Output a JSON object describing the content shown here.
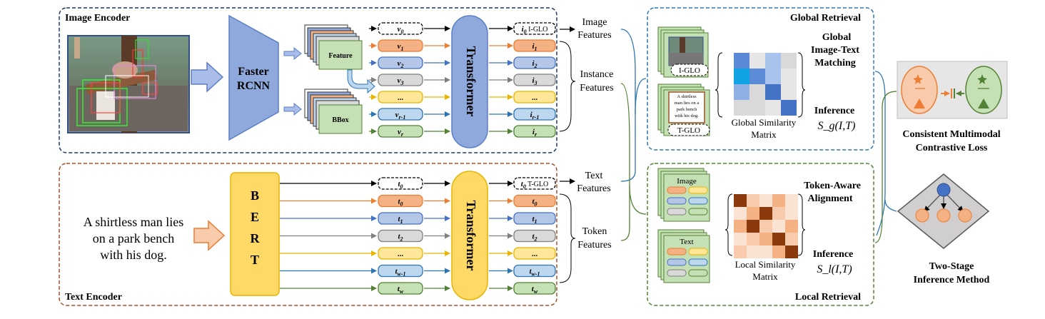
{
  "image_encoder": {
    "title": "Image Encoder",
    "backbone": [
      "Faster",
      "RCNN"
    ],
    "feature_label": "Feature",
    "bbox_label": "BBox",
    "inputs": [
      "v_0",
      "v_1",
      "v_2",
      "v_3",
      "...",
      "v_{r-1}",
      "v_r"
    ],
    "transformer": "Transformer",
    "outputs": [
      "i_0 I-GLO",
      "i_1",
      "i_2",
      "i_3",
      "...",
      "i_{r-1}",
      "i_r"
    ]
  },
  "text_encoder": {
    "title": "Text Encoder",
    "input_text": [
      "A shirtless man lies",
      "on a park bench",
      "with his dog."
    ],
    "backbone_letters": [
      "B",
      "E",
      "R",
      "T"
    ],
    "inputs": [
      "t_0",
      "t_0",
      "t_1",
      "t_2",
      "...",
      "t_{w-1}",
      "t_w"
    ],
    "transformer": "Transformer",
    "outputs": [
      "t_0 T-GLO",
      "t_0",
      "t_1",
      "t_2",
      "...",
      "t_{w-1}",
      "t_w"
    ]
  },
  "features": {
    "image": [
      "Image",
      "Features"
    ],
    "instance": [
      "Instance",
      "Features"
    ],
    "text": [
      "Text",
      "Features"
    ],
    "token": [
      "Token",
      "Features"
    ]
  },
  "global_retrieval": {
    "title": "Global Retrieval",
    "img_tag": "I-GLO",
    "txt_tag": "T-GLO",
    "caption_card": [
      "A shirtless",
      "man lies on a",
      "park bench",
      "with his dog."
    ],
    "matrix_label": [
      "Global Similarity",
      "Matrix"
    ],
    "matching": [
      "Global",
      "Image-Text",
      "Matching"
    ],
    "inference": "Inference",
    "score": "S_g(I,T)"
  },
  "local_retrieval": {
    "title": "Local Retrieval",
    "img_card": "Image",
    "txt_card": "Text",
    "matrix_label": [
      "Local Similarity",
      "Matrix"
    ],
    "alignment": [
      "Token-Aware",
      "Alignment"
    ],
    "inference": "Inference",
    "score": "S_l(I,T)"
  },
  "right_panel": {
    "loss_label": [
      "Consistent Multimodal",
      "Contrastive Loss"
    ],
    "inference_label": [
      "Two-Stage",
      "Inference Method"
    ]
  },
  "colors": {
    "image_encoder_border": "#1f3864",
    "text_encoder_border": "#a0522d",
    "blue_arrow": "#5b7fc7",
    "orange_arrow": "#ed7d31",
    "green_line": "#548235",
    "transformer_blue": "#8fa9dc",
    "bert_yellow": "#ffd966"
  }
}
